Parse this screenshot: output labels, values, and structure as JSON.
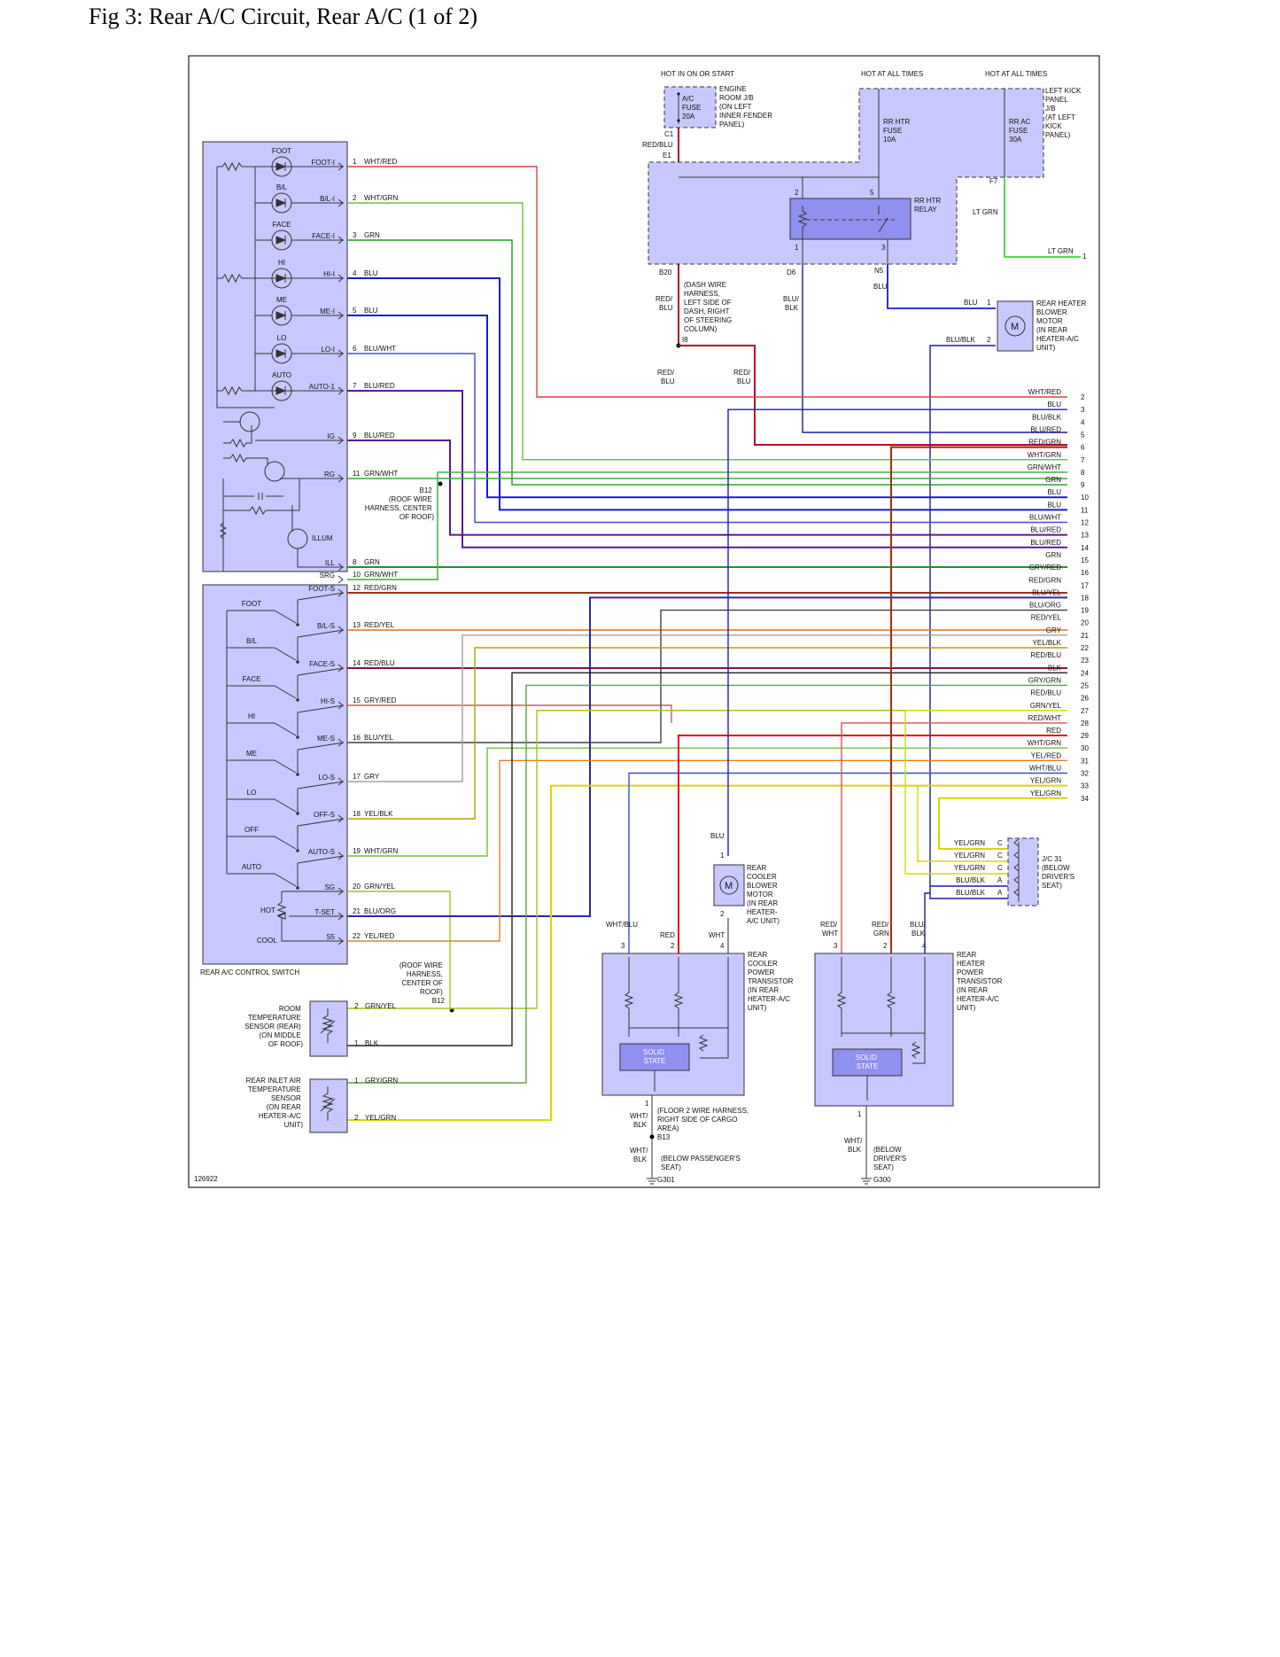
{
  "title": "Fig 3: Rear A/C Circuit, Rear A/C (1 of 2)",
  "figure_id": "126922",
  "colors": {
    "box_fill": "#c8c8ff",
    "solid_fill": "#9090f0",
    "border": "#333333"
  },
  "power": {
    "ac_fuse_hot": "HOT IN ON OR START",
    "ac_fuse": [
      "A/C",
      "FUSE",
      "20A"
    ],
    "engine_jb": [
      "ENGINE",
      "ROOM J/B",
      "(ON LEFT",
      "INNER FENDER",
      "PANEL)"
    ],
    "rr_htr_hot": "HOT AT ALL TIMES",
    "rr_htr_fuse": [
      "RR HTR",
      "FUSE",
      "10A"
    ],
    "rr_ac_hot": "HOT AT ALL TIMES",
    "rr_ac_fuse": [
      "RR AC",
      "FUSE",
      "30A"
    ],
    "left_kick_jb": [
      "LEFT KICK",
      "PANEL",
      "J/B",
      "(AT LEFT",
      "KICK",
      "PANEL)"
    ],
    "relay": [
      "RR HTR",
      "RELAY"
    ],
    "c1": "C1",
    "e1": "E1",
    "f7": "F7",
    "b20": "B20",
    "d6": "D6",
    "n5": "N5",
    "i8": "I8",
    "red_blu": "RED/BLU",
    "lt_grn": "LT GRN",
    "blu": "BLU",
    "blu_blk": "BLU/BLK",
    "dash_harness": [
      "(DASH WIRE",
      "HARNESS,",
      "LEFT SIDE OF",
      "DASH, RIGHT",
      "OF STEERING",
      "COLUMN)"
    ],
    "relay_pins": [
      "2",
      "5",
      "1",
      "3"
    ]
  },
  "blower": {
    "label": [
      "REAR HEATER",
      "BLOWER",
      "MOTOR",
      "(IN REAR",
      "HEATER-A/C",
      "UNIT)"
    ],
    "wire1": "BLU",
    "wire2": "BLU/BLK",
    "pin1": "1",
    "pin2": "2",
    "m": "M"
  },
  "control_switch": {
    "name": "REAR A/C CONTROL SWITCH",
    "indicators": [
      {
        "top": "FOOT",
        "term": "FOOT-I",
        "pin": "1",
        "wire": "WHT/RED"
      },
      {
        "top": "B/L",
        "term": "B/L-I",
        "pin": "2",
        "wire": "WHT/GRN"
      },
      {
        "top": "FACE",
        "term": "FACE-I",
        "pin": "3",
        "wire": "GRN"
      },
      {
        "top": "HI",
        "term": "HI-I",
        "pin": "4",
        "wire": "BLU"
      },
      {
        "top": "ME",
        "term": "ME-I",
        "pin": "5",
        "wire": "BLU"
      },
      {
        "top": "LO",
        "term": "LO-I",
        "pin": "6",
        "wire": "BLU/WHT"
      },
      {
        "top": "AUTO",
        "term": "AUTO-1",
        "pin": "7",
        "wire": "BLU/RED"
      }
    ],
    "misc": [
      {
        "term": "IG",
        "pin": "9",
        "wire": "BLU/RED"
      },
      {
        "term": "RG",
        "pin": "11",
        "wire": "GRN/WHT"
      },
      {
        "term": "ILL",
        "pin": "8",
        "wire": "GRN"
      },
      {
        "term": "SRG",
        "pin": "10",
        "wire": "GRN/WHT"
      }
    ],
    "illum": "ILLUM",
    "switches": [
      {
        "name": "FOOT",
        "term": "FOOT-S",
        "pin": "12",
        "wire": "RED/GRN"
      },
      {
        "name": "B/L",
        "term": "B/L-S",
        "pin": "13",
        "wire": "RED/YEL"
      },
      {
        "name": "FACE",
        "term": "FACE-S",
        "pin": "14",
        "wire": "RED/BLU"
      },
      {
        "name": "HI",
        "term": "HI-S",
        "pin": "15",
        "wire": "GRY/RED"
      },
      {
        "name": "ME",
        "term": "ME-S",
        "pin": "16",
        "wire": "BLU/YEL"
      },
      {
        "name": "LO",
        "term": "LO-S",
        "pin": "17",
        "wire": "GRY"
      },
      {
        "name": "OFF",
        "term": "OFF-S",
        "pin": "18",
        "wire": "YEL/BLK"
      },
      {
        "name": "AUTO",
        "term": "AUTO-S",
        "pin": "19",
        "wire": "WHT/GRN"
      }
    ],
    "temp": [
      {
        "term": "SG",
        "pin": "20",
        "wire": "GRN/YEL"
      },
      {
        "term": "T-SET",
        "pin": "21",
        "wire": "BLU/ORG"
      },
      {
        "term": "S5",
        "pin": "22",
        "wire": "YEL/RED"
      }
    ],
    "hot": "HOT",
    "cool": "COOL"
  },
  "b12_roof": [
    "B12",
    "(ROOF WIRE",
    "HARNESS, CENTER",
    "OF ROOF)"
  ],
  "b12_roof2": [
    "(ROOF WIRE",
    "HARNESS,",
    "CENTER OF",
    "ROOF)",
    "B12"
  ],
  "connector_right": [
    {
      "pin": "1",
      "wire": "LT GRN"
    },
    {
      "pin": "2",
      "wire": "WHT/RED"
    },
    {
      "pin": "3",
      "wire": "BLU"
    },
    {
      "pin": "4",
      "wire": "BLU/BLK"
    },
    {
      "pin": "5",
      "wire": "BLU/RED"
    },
    {
      "pin": "6",
      "wire": "RED/GRN"
    },
    {
      "pin": "7",
      "wire": "WHT/GRN"
    },
    {
      "pin": "8",
      "wire": "GRN/WHT"
    },
    {
      "pin": "9",
      "wire": "GRN"
    },
    {
      "pin": "10",
      "wire": "BLU"
    },
    {
      "pin": "11",
      "wire": "BLU"
    },
    {
      "pin": "12",
      "wire": "BLU/WHT"
    },
    {
      "pin": "13",
      "wire": "BLU/RED"
    },
    {
      "pin": "14",
      "wire": "BLU/RED"
    },
    {
      "pin": "15",
      "wire": "GRN"
    },
    {
      "pin": "16",
      "wire": "GRY/RED"
    },
    {
      "pin": "17",
      "wire": "RED/GRN"
    },
    {
      "pin": "18",
      "wire": "BLU/YEL"
    },
    {
      "pin": "19",
      "wire": "BLU/ORG"
    },
    {
      "pin": "20",
      "wire": "RED/YEL"
    },
    {
      "pin": "21",
      "wire": "GRY"
    },
    {
      "pin": "22",
      "wire": "YEL/BLK"
    },
    {
      "pin": "23",
      "wire": "RED/BLU"
    },
    {
      "pin": "24",
      "wire": "BLK"
    },
    {
      "pin": "25",
      "wire": "GRY/GRN"
    },
    {
      "pin": "26",
      "wire": "RED/BLU"
    },
    {
      "pin": "27",
      "wire": "GRN/YEL"
    },
    {
      "pin": "28",
      "wire": "RED/WHT"
    },
    {
      "pin": "29",
      "wire": "RED"
    },
    {
      "pin": "30",
      "wire": "WHT/GRN"
    },
    {
      "pin": "31",
      "wire": "YEL/RED"
    },
    {
      "pin": "32",
      "wire": "WHT/BLU"
    },
    {
      "pin": "33",
      "wire": "YEL/GRN"
    },
    {
      "pin": "34",
      "wire": "YEL/GRN"
    }
  ],
  "jc31": {
    "label": [
      "J/C 31",
      "(BELOW",
      "DRIVER'S",
      "SEAT)"
    ],
    "rows": [
      {
        "wire": "YEL/GRN",
        "pin": "C"
      },
      {
        "wire": "YEL/GRN",
        "pin": "C"
      },
      {
        "wire": "YEL/GRN",
        "pin": "C"
      },
      {
        "wire": "BLU/BLK",
        "pin": "A"
      },
      {
        "wire": "BLU/BLK",
        "pin": "A"
      }
    ]
  },
  "room_sensor": {
    "label": [
      "ROOM",
      "TEMPERATURE",
      "SENSOR (REAR)",
      "(ON MIDDLE",
      "OF ROOF)"
    ],
    "pins": [
      {
        "pin": "2",
        "wire": "GRN/YEL"
      },
      {
        "pin": "1",
        "wire": "BLK"
      }
    ]
  },
  "inlet_sensor": {
    "label": [
      "REAR INLET AIR",
      "TEMPERATURE",
      "SENSOR",
      "(ON REAR",
      "HEATER-A/C",
      "UNIT)"
    ],
    "pins": [
      {
        "pin": "1",
        "wire": "GRY/GRN"
      },
      {
        "pin": "2",
        "wire": "YEL/GRN"
      }
    ]
  },
  "cooler_blower": {
    "label": [
      "REAR",
      "COOLER",
      "BLOWER",
      "MOTOR",
      "(IN REAR",
      "HEATER-",
      "A/C UNIT)"
    ],
    "top_wire": "BLU",
    "pin1": "1",
    "pin2": "2",
    "m": "M"
  },
  "cooler_transistor": {
    "label": [
      "REAR",
      "COOLER",
      "POWER",
      "TRANSISTOR",
      "(IN REAR",
      "HEATER-A/C",
      "UNIT)"
    ],
    "wires": [
      {
        "wire": "WHT/BLU",
        "pin": "3"
      },
      {
        "wire": "RED",
        "pin": "2"
      },
      {
        "wire": "WHT",
        "pin": "4"
      }
    ],
    "solid_state": [
      "SOLID",
      "STATE"
    ],
    "bottom_pin": "1",
    "wire_out": "WHT/BLK",
    "harness": [
      "(FLOOR 2 WIRE HARNESS,",
      "RIGHT SIDE OF CARGO",
      "AREA)"
    ],
    "b13": "B13",
    "ground_wire": "WHT/BLK",
    "ground_loc": [
      "(BELOW PASSENGER'S",
      "SEAT)"
    ],
    "ground": "G301"
  },
  "heater_transistor": {
    "label": [
      "REAR",
      "HEATER",
      "POWER",
      "TRANSISTOR",
      "(IN REAR",
      "HEATER-A/C",
      "UNIT)"
    ],
    "wires": [
      {
        "wire": "RED/WHT",
        "pin": "3"
      },
      {
        "wire": "RED/GRN",
        "pin": "2"
      },
      {
        "wire": "BLU/BLK",
        "pin": "4"
      }
    ],
    "solid_state": [
      "SOLID",
      "STATE"
    ],
    "bottom_pin": "1",
    "wire_out": "WHT/BLK",
    "ground_loc": [
      "(BELOW",
      "DRIVER'S",
      "SEAT)"
    ],
    "ground": "G300"
  }
}
